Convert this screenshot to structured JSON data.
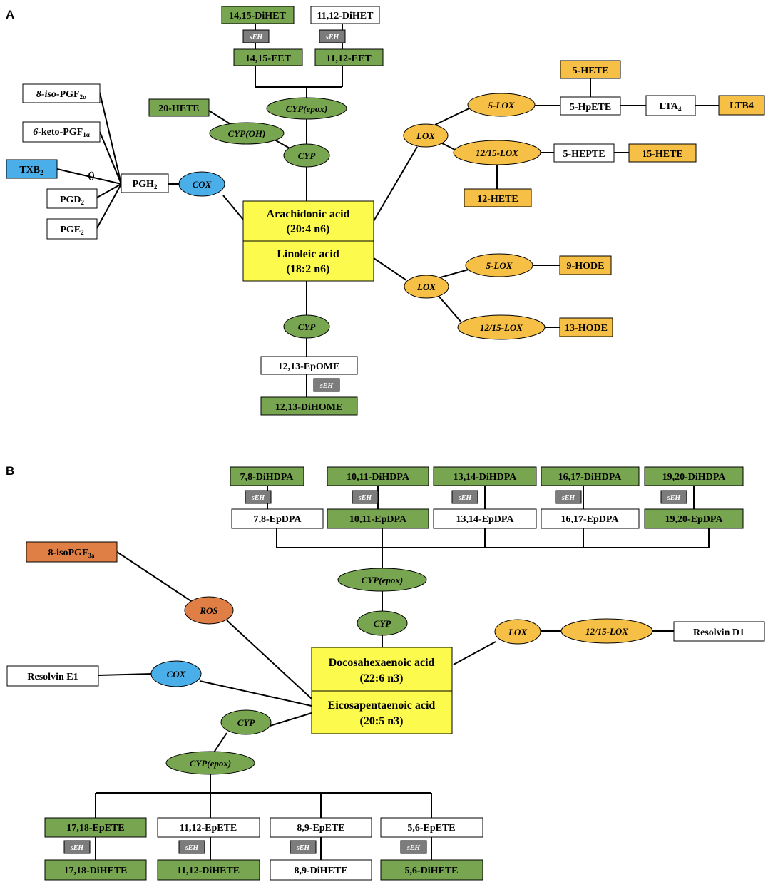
{
  "colors": {
    "green": "#77a550",
    "orange": "#f6bf45",
    "blue": "#4aaee8",
    "red_orange": "#e07f45",
    "yellow": "#fcfb4d",
    "gray": "#7c7c7c",
    "white": "#ffffff"
  },
  "panels": {
    "a": "A",
    "b": "B"
  },
  "a": {
    "substrates": {
      "arachidonic_name": "Arachidonic acid",
      "arachidonic_formula": "(20:4 n6)",
      "linoleic_name": "Linoleic acid",
      "linoleic_formula": "(18:2 n6)"
    },
    "enzymes": {
      "cox": "COX",
      "cyp_main": "CYP",
      "cyp_oh": "CYP(OH)",
      "cyp_epox": "CYP(epox)",
      "lox_upper": "LOX",
      "lox5_upper": "5-LOX",
      "lox1215_upper": "12/15-LOX",
      "lox_lower": "LOX",
      "lox5_lower": "5-LOX",
      "lox1215_lower": "12/15-LOX",
      "cyp_lower": "CYP",
      "seh": "sEH"
    },
    "metabolites": {
      "pgh2": "PGH",
      "pgh2_sub": "2",
      "iso_pgf_prefix": "8-iso",
      "iso_pgf_mid": "-PGF",
      "iso_pgf_sub": "2α",
      "keto_pgf_prefix": "6",
      "keto_pgf_mid": "-keto-PGF",
      "keto_pgf_sub": "1α",
      "txb2": "TXB",
      "txb2_sub": "2",
      "pgd2": "PGD",
      "pgd2_sub": "2",
      "pge2": "PGE",
      "pge2_sub": "2",
      "parenthesis": "()",
      "hete20": "20-HETE",
      "dihet1415": "14,15-DiHET",
      "dihet1112": "11,12-DiHET",
      "eet1415": "14,15-EET",
      "eet1112": "11,12-EET",
      "hete5": "5-HETE",
      "hpete5": "5-HpETE",
      "lta4": "LTA",
      "lta4_sub": "4",
      "ltb4": "LTB4",
      "hepte5": "5-HEPTE",
      "hete15": "15-HETE",
      "hete12": "12-HETE",
      "hode9": "9-HODE",
      "hode13": "13-HODE",
      "epome": "12,13-EpOME",
      "dihome": "12,13-DiHOME"
    }
  },
  "b": {
    "substrates": {
      "dha_name": "Docosahexaenoic acid",
      "dha_formula": "(22:6 n3)",
      "epa_name": "Eicosapentaenoic acid",
      "epa_formula": "(20:5 n3)"
    },
    "enzymes": {
      "cyp_epox_top": "CYP(epox)",
      "cyp_top": "CYP",
      "ros": "ROS",
      "cox": "COX",
      "lox": "LOX",
      "lox1215": "12/15-LOX",
      "cyp_bottom": "CYP",
      "cyp_epox_bottom": "CYP(epox)",
      "seh": "sEH"
    },
    "metabolites": {
      "dihdpa78": "7,8-DiHDPA",
      "dihdpa1011": "10,11-DiHDPA",
      "dihdpa1314": "13,14-DiHDPA",
      "dihdpa1617": "16,17-DiHDPA",
      "dihdpa1920": "19,20-DiHDPA",
      "epdpa78": "7,8-EpDPA",
      "epdpa1011": "10,11-EpDPA",
      "epdpa1314": "13,14-EpDPA",
      "epdpa1617": "16,17-EpDPA",
      "epdpa1920": "19,20-EpDPA",
      "isopgf_main": "8-isoPGF",
      "isopgf_sub": "3a",
      "resolvin_e1": "Resolvin E1",
      "resolvin_d1": "Resolvin D1",
      "epete1718": "17,18-EpETE",
      "epete1112": "11,12-EpETE",
      "epete89": "8,9-EpETE",
      "epete56": "5,6-EpETE",
      "dihete1718": "17,18-DiHETE",
      "dihete1112": "11,12-DiHETE",
      "dihete89": "8,9-DiHETE",
      "dihete56": "5,6-DiHETE"
    }
  }
}
